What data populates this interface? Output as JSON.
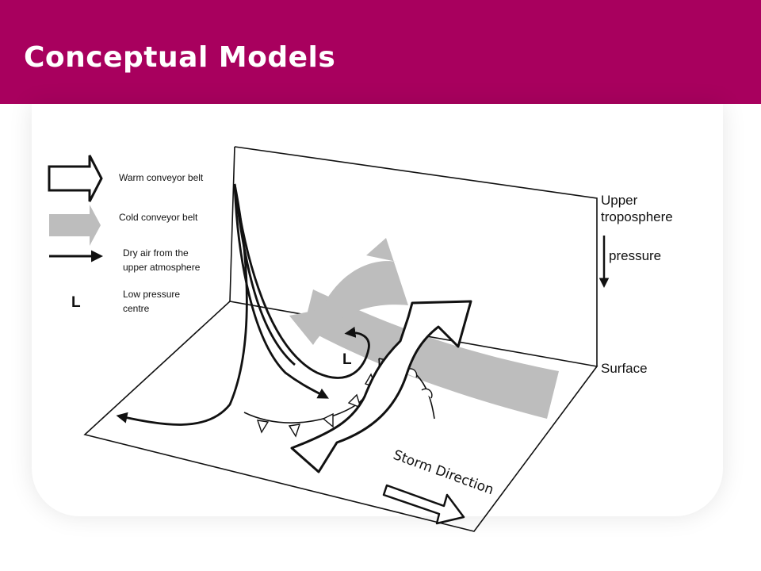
{
  "header": {
    "title": "Conceptual Models"
  },
  "legend": {
    "warm": "Warm conveyor belt",
    "cold": "Cold conveyor belt",
    "dry_line1": "Dry air from the",
    "dry_line2": "upper atmosphere",
    "low_symbol": "L",
    "low_line1": "Low pressure",
    "low_line2": "centre"
  },
  "labels": {
    "upper_line1": "Upper",
    "upper_line2": "troposphere",
    "pressure": "pressure",
    "surface": "Surface",
    "low_marker": "L",
    "storm_direction": "Storm Direction"
  },
  "colors": {
    "header_bg": "#a8005e",
    "cold_belt": "#bdbdbd",
    "ink": "#111111"
  }
}
